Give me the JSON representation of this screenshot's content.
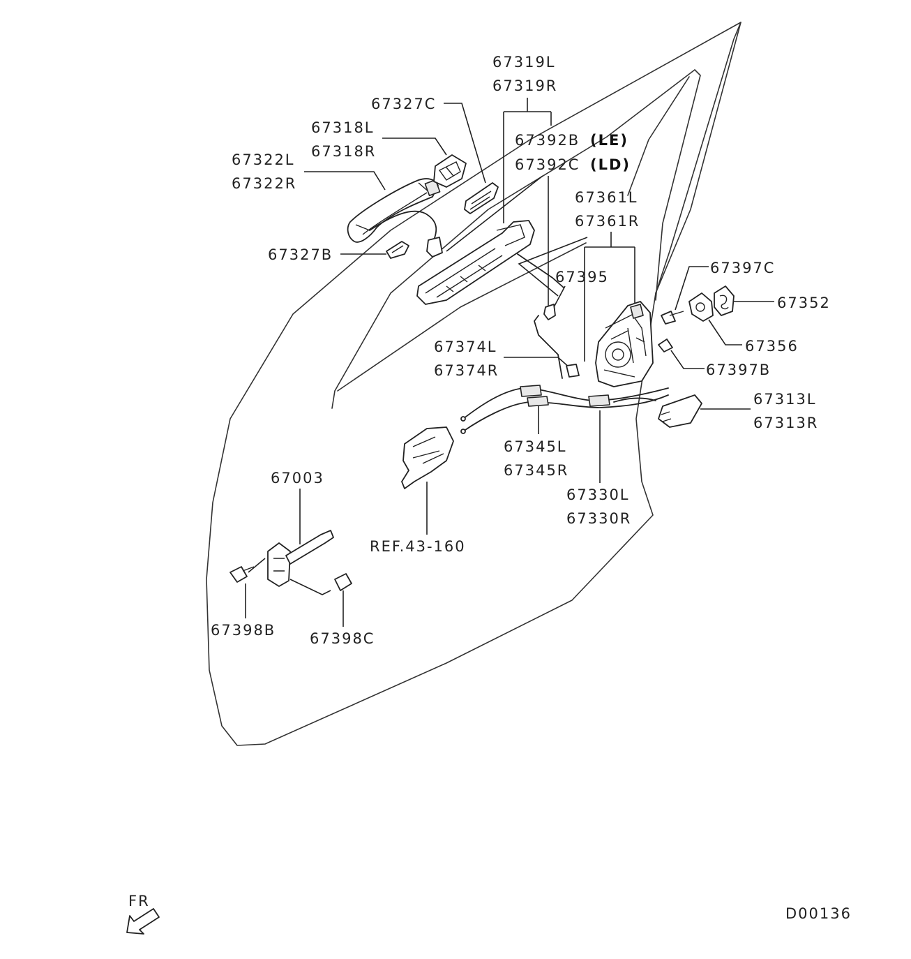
{
  "labels": {
    "l67319L": "67319L",
    "l67319R": "67319R",
    "l67327C": "67327C",
    "l67318L": "67318L",
    "l67318R": "67318R",
    "l67392B": "67392B",
    "l67392B_code": "(LE)",
    "l67392C": "67392C",
    "l67392C_code": "(LD)",
    "l67322L": "67322L",
    "l67322R": "67322R",
    "l67361L": "67361L",
    "l67361R": "67361R",
    "l67327B": "67327B",
    "l67397C": "67397C",
    "l67395": "67395",
    "l67352": "67352",
    "l67356": "67356",
    "l67374L": "67374L",
    "l67374R": "67374R",
    "l67397B": "67397B",
    "l67313L": "67313L",
    "l67313R": "67313R",
    "l67345L": "67345L",
    "l67345R": "67345R",
    "l67003": "67003",
    "l67330L": "67330L",
    "l67330R": "67330R",
    "lref": "REF.43-160",
    "l67398B": "67398B",
    "l67398C": "67398C",
    "direction": "FR",
    "diagram_id": "D00136"
  },
  "icons": {
    "direction_arrow": "front-direction-arrow-icon"
  }
}
